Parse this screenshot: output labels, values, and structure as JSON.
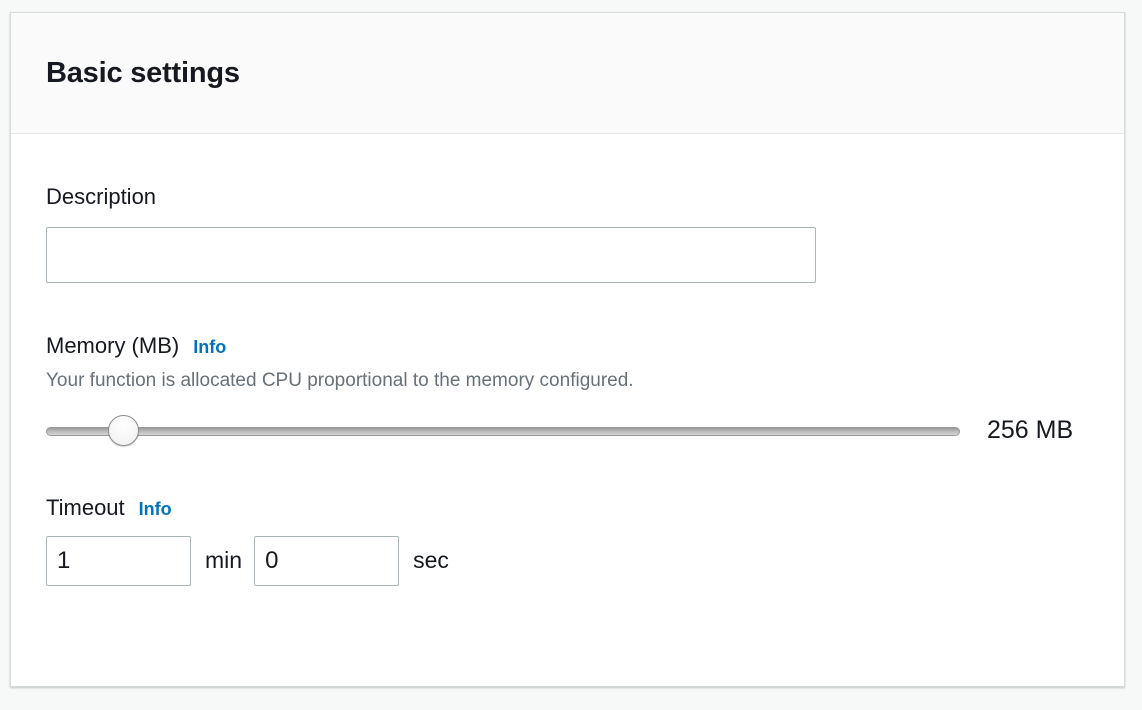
{
  "panel": {
    "title": "Basic settings"
  },
  "description": {
    "label": "Description",
    "value": "",
    "placeholder": ""
  },
  "memory": {
    "label": "Memory (MB)",
    "info_label": "Info",
    "help_text": "Your function is allocated CPU proportional to the memory configured.",
    "value_label": "256 MB",
    "slider_percent": 7
  },
  "timeout": {
    "label": "Timeout",
    "info_label": "Info",
    "minutes_value": "1",
    "minutes_unit": "min",
    "seconds_value": "0",
    "seconds_unit": "sec"
  },
  "colors": {
    "link_blue": "#0073bb",
    "text_dark": "#16191f",
    "text_muted": "#687078",
    "border": "#aab7b8",
    "header_bg": "#fafafa"
  }
}
